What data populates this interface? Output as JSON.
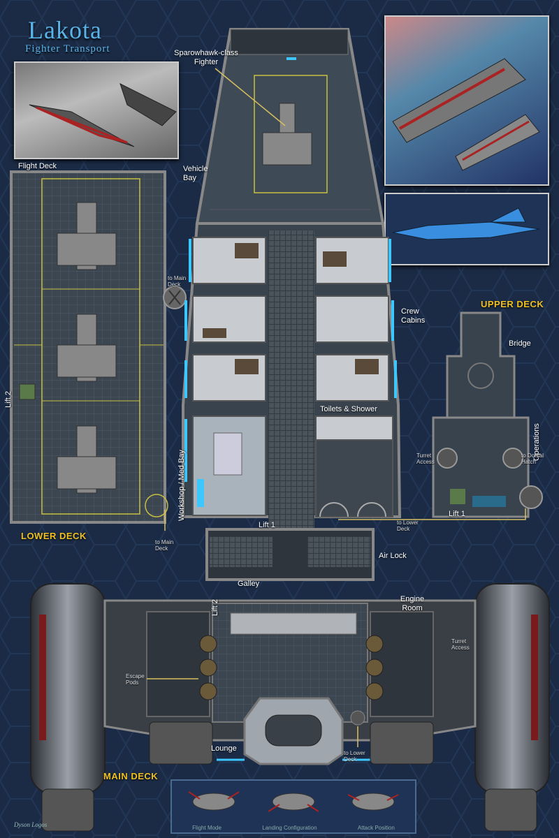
{
  "header": {
    "title": "Lakota",
    "subtitle": "Fighter Transport"
  },
  "decks": {
    "lower": "LOWER DECK",
    "upper": "UPPER DECK",
    "main": "MAIN DECK"
  },
  "labels": {
    "fighter_callout": "Sparowhawk-class Fighter",
    "vehicle_bay": "Vehicle Bay",
    "flight_deck": "Flight Deck",
    "lift2_left": "Lift 2",
    "to_main_deck_top": "to Main Deck",
    "to_main_deck_bottom": "to Main Deck",
    "crew_cabins": "Crew Cabins",
    "toilets_shower": "Toilets & Shower",
    "workshop_med_bay": "Workshop / Med Bay",
    "lift1_ship": "Lift 1",
    "to_lower_deck_mid": "to Lower Deck",
    "air_lock": "Air Lock",
    "bridge": "Bridge",
    "operations": "Operations",
    "turret_access_upper": "Turret Access",
    "to_dorsal_hatch": "to Dorsal Hatch",
    "lift1_upper": "Lift 1",
    "galley": "Galley",
    "lift2_main": "Lift 2",
    "engine_room": "Engine Room",
    "turret_access_main": "Turret Access",
    "escape_pods": "Escape Pods",
    "lounge": "Lounge",
    "to_lower_deck_bottom": "to Lower Deck"
  },
  "modes": [
    "Flight Mode",
    "Landing Configuration",
    "Attack Position"
  ],
  "publisher": "Dyson Logos",
  "colors": {
    "background": "#1b2b45",
    "title": "#5ab4e8",
    "deck_label": "#f0c020",
    "floor": "#3a4550",
    "hull": "#7a7f88",
    "accent_cyan": "#3cc8ff",
    "callout_line": "#d8c060"
  }
}
